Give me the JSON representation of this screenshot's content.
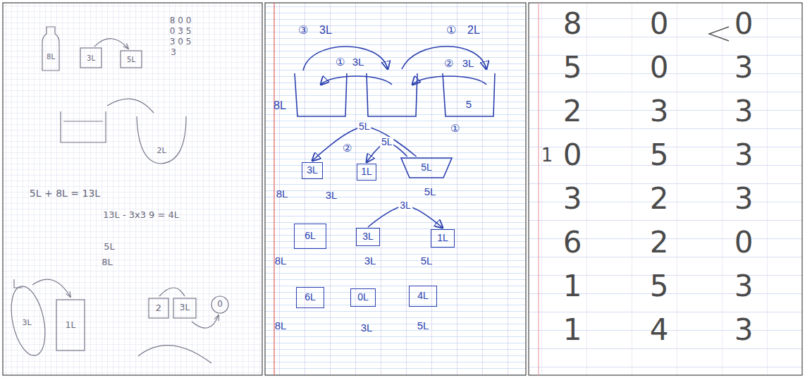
{
  "diagram": {
    "nodes": [
      {
        "text": [
          "3L"
        ]
      },
      {
        "text": [
          "1L"
        ]
      },
      {
        "text": [
          "5L"
        ]
      },
      {
        "text": [
          "6L"
        ]
      },
      {
        "text": [
          "3L"
        ]
      },
      {
        "text": [
          "1L"
        ]
      },
      {
        "text": [
          "6L"
        ]
      },
      {
        "text": [
          "0L"
        ]
      },
      {
        "text": [
          "4L"
        ]
      }
    ],
    "edges": [
      {
        "from": 2,
        "to": 0,
        "label": "5L",
        "arrow": "to"
      },
      {
        "from": 2,
        "to": 1,
        "label": "5L",
        "arrow": "to"
      },
      {
        "from": 4,
        "to": 5,
        "label": "3L",
        "arrow": "to"
      }
    ],
    "labels": [
      "8L",
      "3L",
      "5L",
      "8 0 0",
      "0 3 5",
      "3 0 5",
      "3",
      "2L",
      "5L + 8L = 13L",
      "13L - 3x3 9 = 4L",
      "5L",
      "8L",
      "3L",
      "1L",
      "2",
      "3L",
      "0",
      "③",
      "3L",
      "①",
      "2L",
      "①",
      "3L",
      "②",
      "3L",
      "8L",
      "5",
      "①",
      "②",
      "8L",
      "3L",
      "5L",
      "8L",
      "3L",
      "5L",
      "8L",
      "3L",
      "5L",
      "8",
      "0",
      "0",
      "5",
      "0",
      "3",
      "2",
      "3",
      "3",
      "0",
      "5",
      "3",
      "3",
      "2",
      "3",
      "6",
      "2",
      "0",
      "1",
      "5",
      "3",
      "1",
      "4",
      "3",
      "1"
    ]
  }
}
